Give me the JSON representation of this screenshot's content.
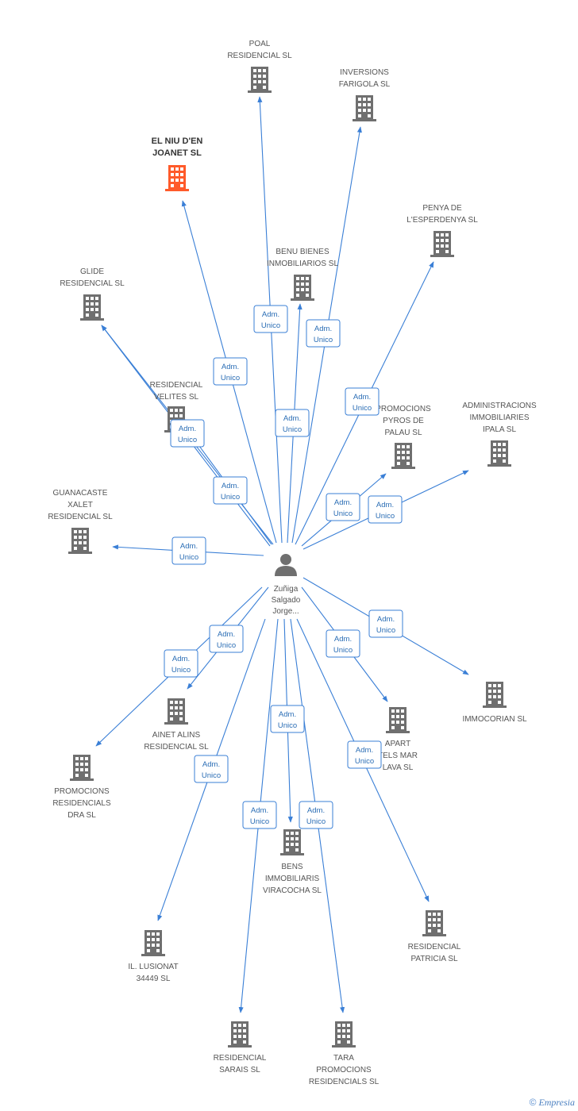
{
  "diagram": {
    "center": {
      "id": "person",
      "label_lines": [
        "Zuñiga",
        "Salgado",
        "Jorge..."
      ]
    },
    "edge_label_lines": [
      "Adm.",
      "Unico"
    ],
    "colors": {
      "edge": "#3a7fd6",
      "node": "#6f6f6f",
      "highlight": "#ff5a2a",
      "label_border": "#3a7fd6"
    },
    "nodes": [
      {
        "id": "poal",
        "label_lines": [
          "POAL",
          "RESIDENCIAL SL"
        ]
      },
      {
        "id": "inversions",
        "label_lines": [
          "INVERSIONS",
          "FARIGOLA SL"
        ]
      },
      {
        "id": "niu",
        "label_lines": [
          "EL NIU D'EN",
          "JOANET SL"
        ],
        "highlight": true
      },
      {
        "id": "penya",
        "label_lines": [
          "PENYA DE",
          "L'ESPERDENYA SL"
        ]
      },
      {
        "id": "benu",
        "label_lines": [
          "BENU BIENES",
          "INMOBILIARIOS SL"
        ]
      },
      {
        "id": "glide",
        "label_lines": [
          "GLIDE",
          "RESIDENCIAL SL"
        ]
      },
      {
        "id": "velites",
        "label_lines": [
          "RESIDENCIAL",
          "VELITES SL"
        ]
      },
      {
        "id": "pyros",
        "label_lines": [
          "PROMOCIONS",
          "PYROS DE",
          "PALAU SL"
        ]
      },
      {
        "id": "ipala",
        "label_lines": [
          "ADMINISTRACIONS",
          "IMMOBILIARIES",
          "IPALA SL"
        ]
      },
      {
        "id": "guanacaste",
        "label_lines": [
          "GUANACASTE",
          "XALET",
          "RESIDENCIAL SL"
        ]
      },
      {
        "id": "immocorian",
        "label_lines": [
          "IMMOCORIAN SL"
        ]
      },
      {
        "id": "ainet",
        "label_lines": [
          "AINET ALINS",
          "RESIDENCIAL SL"
        ]
      },
      {
        "id": "apart",
        "label_lines": [
          "APART",
          "TELS MAR",
          "LAVA SL"
        ]
      },
      {
        "id": "promdra",
        "label_lines": [
          "PROMOCIONS",
          "RESIDENCIALS",
          "DRA SL"
        ]
      },
      {
        "id": "bens",
        "label_lines": [
          "BENS",
          "IMMOBILIARIS",
          "VIRACOCHA SL"
        ]
      },
      {
        "id": "lusionat",
        "label_lines": [
          "IL. LUSIONAT",
          "34449 SL"
        ]
      },
      {
        "id": "patricia",
        "label_lines": [
          "RESIDENCIAL",
          "PATRICIA SL"
        ]
      },
      {
        "id": "sarais",
        "label_lines": [
          "RESIDENCIAL",
          "SARAIS SL"
        ]
      },
      {
        "id": "tara",
        "label_lines": [
          "TARA",
          "PROMOCIONS",
          "RESIDENCIALS SL"
        ]
      }
    ]
  },
  "watermark": {
    "symbol": "©",
    "brand": "Empresia"
  }
}
